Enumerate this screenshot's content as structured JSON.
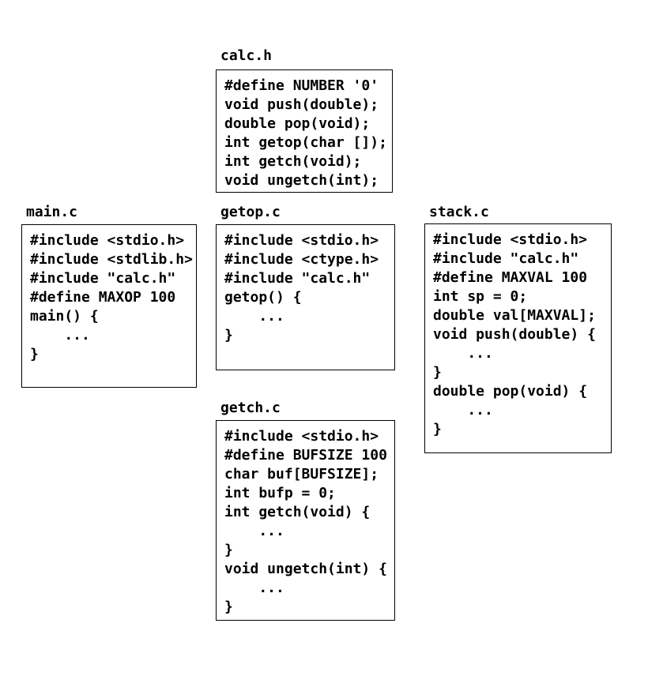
{
  "figure": {
    "description_visible_content_only": "Five labeled source-file boxes",
    "colors": {
      "background": "#ffffff",
      "text": "#000000",
      "border": "#000000"
    }
  },
  "files": {
    "calc_h": {
      "label": "calc.h",
      "code": "#define NUMBER '0'\nvoid push(double);\ndouble pop(void);\nint getop(char []);\nint getch(void);\nvoid ungetch(int);"
    },
    "main_c": {
      "label": "main.c",
      "code": "#include <stdio.h>\n#include <stdlib.h>\n#include \"calc.h\"\n#define MAXOP 100\nmain() {\n    ...\n}"
    },
    "getop_c": {
      "label": "getop.c",
      "code": "#include <stdio.h>\n#include <ctype.h>\n#include \"calc.h\"\ngetop() {\n    ...\n}"
    },
    "stack_c": {
      "label": "stack.c",
      "code": "#include <stdio.h>\n#include \"calc.h\"\n#define MAXVAL 100\nint sp = 0;\ndouble val[MAXVAL];\nvoid push(double) {\n    ...\n}\ndouble pop(void) {\n    ...\n}"
    },
    "getch_c": {
      "label": "getch.c",
      "code": "#include <stdio.h>\n#define BUFSIZE 100\nchar buf[BUFSIZE];\nint bufp = 0;\nint getch(void) {\n    ...\n}\nvoid ungetch(int) {\n    ...\n}"
    }
  }
}
